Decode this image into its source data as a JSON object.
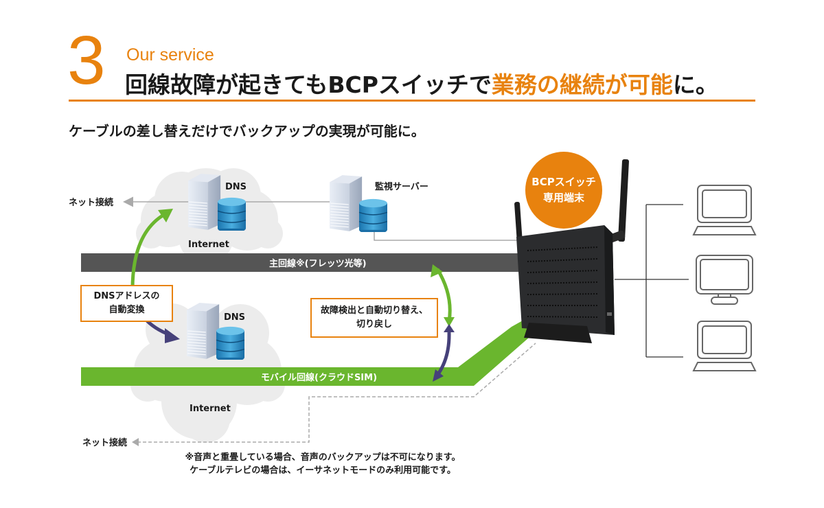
{
  "header": {
    "section_number": "3",
    "section_subtitle": "Our service",
    "title_prefix": "回線故障が起きてもBCPスイッチで",
    "title_highlight": "業務の継続が可能",
    "title_suffix": "に。",
    "lead": "ケーブルの差し替えだけでバックアップの実現が可能に。"
  },
  "colors": {
    "accent": "#e8820e",
    "main_line": "#555555",
    "mobile_line": "#6ab62e",
    "switch_arrow_purple": "#46417a",
    "cloud": "#ececec"
  },
  "diagram": {
    "net_connection_top": "ネット接続",
    "net_connection_bottom": "ネット接続",
    "dns_top_label": "DNS",
    "internet_top_label": "Internet",
    "monitor_server_label": "監視サーバー",
    "dns_bottom_label": "DNS",
    "internet_bottom_label": "Internet",
    "main_line_label": "主回線※(フレッツ光等)",
    "mobile_line_label": "モバイル回線(クラウドSIM)",
    "dns_box": {
      "line1": "DNSアドレスの",
      "line2": "自動変換"
    },
    "failover_box": {
      "line1": "故障検出と自動切り替え、",
      "line2": "切り戻し"
    },
    "device_badge": {
      "line1": "BCPスイッチ",
      "line2": "専用端末"
    },
    "clients": [
      "laptop",
      "desktop-monitor",
      "laptop"
    ]
  },
  "footnote": {
    "line1": "※音声と重畳している場合、音声のバックアップは不可になります。",
    "line2": "ケーブルテレビの場合は、イーサネットモードのみ利用可能です。"
  }
}
